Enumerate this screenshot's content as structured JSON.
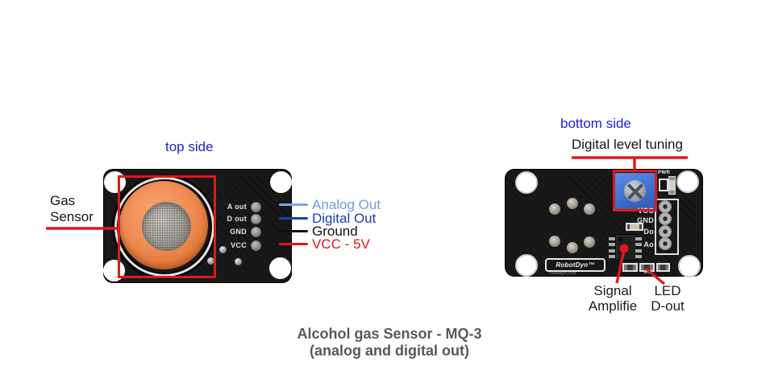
{
  "title": {
    "line1": "Alcohol gas Sensor - MQ-3",
    "line2": "(analog and digital out)"
  },
  "top_view": {
    "heading": "top side",
    "gas_sensor_label": "Gas\nSensor",
    "pins": [
      {
        "name": "A out"
      },
      {
        "name": "D out"
      },
      {
        "name": "GND"
      },
      {
        "name": "VCC"
      }
    ],
    "legend": [
      {
        "label": "Analog Out",
        "color": "#7aa4ea"
      },
      {
        "label": "Digital Out",
        "color": "#1c3db2"
      },
      {
        "label": "Ground",
        "color": "#121212"
      },
      {
        "label": "VCC - 5V",
        "color": "#e5121b"
      }
    ]
  },
  "bottom_view": {
    "heading": "bottom side",
    "tuning_label": "Digital level tuning",
    "pwr_label": "PWR",
    "pins": [
      {
        "name": "VCC"
      },
      {
        "name": "GND"
      },
      {
        "name": "Do"
      },
      {
        "name": "Ao"
      }
    ],
    "do_marking": "Do",
    "logo": {
      "brand": "RobotDyn™",
      "site": "robotdyn.com"
    },
    "annotations": [
      {
        "label": "Signal\nAmplifie"
      },
      {
        "label": "LED\nD-out"
      }
    ]
  },
  "colors": {
    "heading_blue": "#2121d4",
    "annotation_red": "#e0181c",
    "analog_blue": "#7aa4ea",
    "digital_blue": "#1c3db2",
    "ground_black": "#121212",
    "vcc_red": "#e5121b",
    "board_black": "#161616",
    "sensor_orange": "#f08d54",
    "potentiometer_blue": "#3f6fd0",
    "title_gray": "#56585c"
  }
}
